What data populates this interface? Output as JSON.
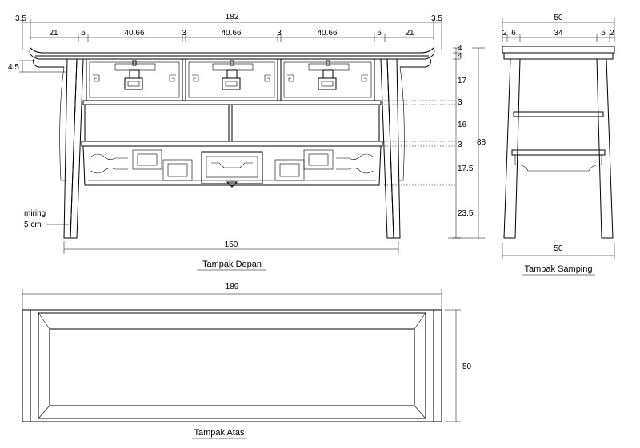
{
  "front_view": {
    "caption": "Tampak Depan",
    "top_dims": [
      "3.5",
      "182",
      "3.5"
    ],
    "sub_dims": [
      "21",
      "6",
      "40.66",
      "3",
      "40.66",
      "3",
      "40.66",
      "6",
      "21"
    ],
    "left_dim": "4.5",
    "right_dims": [
      "4",
      "4",
      "17",
      "3",
      "16",
      "3",
      "17.5",
      "23.5"
    ],
    "height_total": "88",
    "bottom_dim": "150",
    "lean_note_1": "miring",
    "lean_note_2": "5 cm"
  },
  "side_view": {
    "caption": "Tampak Samping",
    "top_dim": "50",
    "sub_dims": [
      "2",
      "6",
      "34",
      "6",
      "2"
    ],
    "bottom_dim": "50"
  },
  "top_view": {
    "caption": "Tampak Atas",
    "width_dim": "189",
    "depth_dim": "50"
  }
}
